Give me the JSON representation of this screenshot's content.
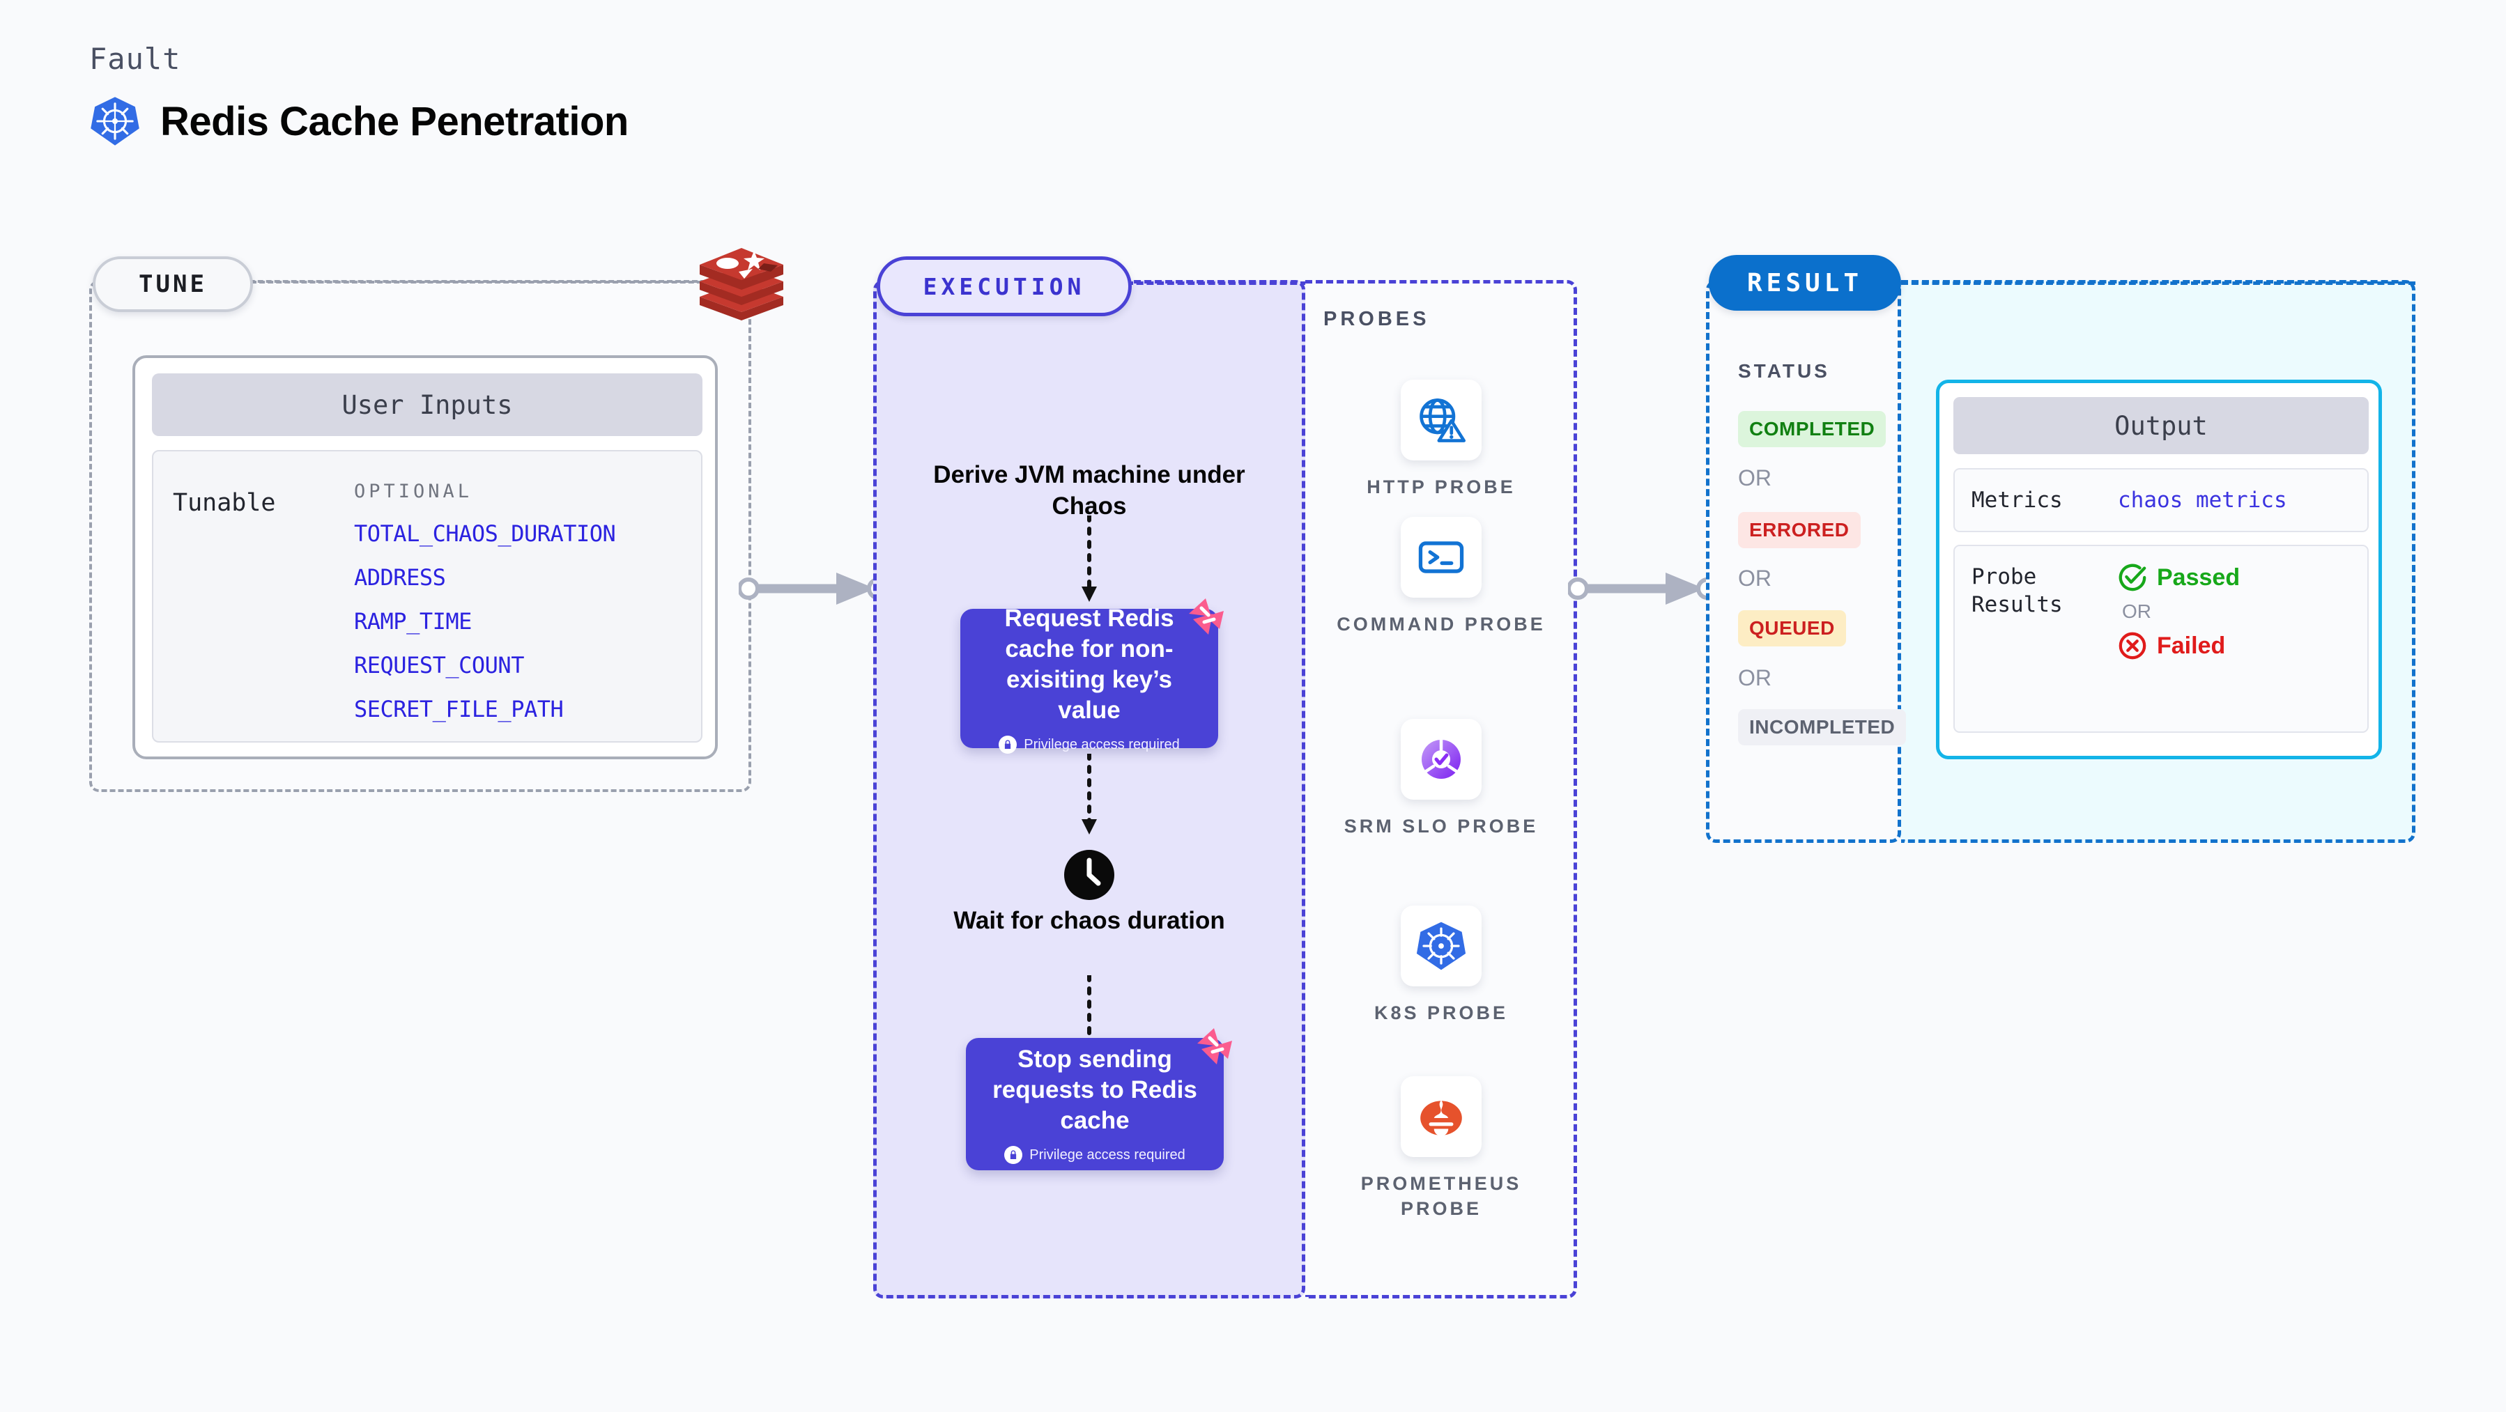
{
  "header": {
    "kicker": "Fault",
    "title": "Redis Cache Penetration",
    "logo_icon": "kubernetes-icon"
  },
  "tune": {
    "pill_label": "TUNE",
    "source_icon": "redis-icon",
    "card_title": "User Inputs",
    "row_label": "Tunable",
    "group_label": "OPTIONAL",
    "variables": [
      "TOTAL_CHAOS_DURATION",
      "ADDRESS",
      "RAMP_TIME",
      "REQUEST_COUNT",
      "SECRET_FILE_PATH"
    ],
    "colors": {
      "variable": "#2b22e0",
      "border": "#9aa0ae"
    }
  },
  "execution": {
    "pill_label": "EXECUTION",
    "steps": [
      {
        "kind": "text",
        "label": "Derive JVM machine under Chaos"
      },
      {
        "kind": "node",
        "label": "Request Redis cache for non-exisiting key’s value",
        "sub": "Privilege access required",
        "badge_icon": "litmus-icon",
        "lock_icon": "lock-icon"
      },
      {
        "kind": "wait",
        "label": "Wait for chaos duration",
        "icon": "clock-icon"
      },
      {
        "kind": "node",
        "label": "Stop sending requests to Redis cache",
        "sub": "Privilege access required",
        "badge_icon": "litmus-icon",
        "lock_icon": "lock-icon"
      }
    ],
    "colors": {
      "panel_bg": "#e6e4fb",
      "border": "#4a42d6",
      "node": "#4a42d6"
    }
  },
  "probes": {
    "section_label": "PROBES",
    "items": [
      {
        "name": "HTTP PROBE",
        "icon": "globe-warning-icon"
      },
      {
        "name": "COMMAND PROBE",
        "icon": "terminal-icon"
      },
      {
        "name": "SRM SLO PROBE",
        "icon": "slo-donut-check-icon"
      },
      {
        "name": "K8S PROBE",
        "icon": "kubernetes-icon"
      },
      {
        "name": "PROMETHEUS PROBE",
        "icon": "prometheus-icon"
      }
    ]
  },
  "result": {
    "pill_label": "RESULT",
    "status_label": "STATUS",
    "or_label": "OR",
    "statuses": [
      {
        "label": "COMPLETED",
        "fg": "#118012",
        "bg": "#dcf5dc"
      },
      {
        "label": "ERRORED",
        "fg": "#cc2020",
        "bg": "#fde6e4"
      },
      {
        "label": "QUEUED",
        "fg": "#cc2020",
        "bg": "#fdedc4"
      },
      {
        "label": "INCOMPLETED",
        "fg": "#5c6270",
        "bg": "#eff0f5"
      }
    ],
    "output": {
      "card_title": "Output",
      "metrics_key": "Metrics",
      "metrics_value": "chaos metrics",
      "probe_key": "Probe Results",
      "or_label": "OR",
      "passed_label": "Passed",
      "failed_label": "Failed",
      "passed_icon": "check-circle-icon",
      "failed_icon": "x-circle-icon"
    },
    "colors": {
      "pill_bg": "#0b70cc",
      "border": "#1272cc",
      "output_bg": "#ecfbfe",
      "output_accent": "#13b4e8"
    }
  }
}
